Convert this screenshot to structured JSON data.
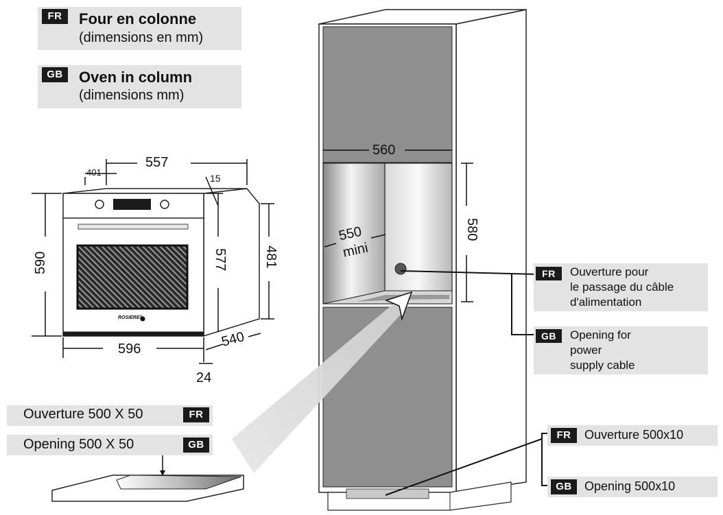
{
  "titles": {
    "fr": {
      "badge": "FR",
      "title": "Four en colonne",
      "subtitle": "(dimensions en mm)"
    },
    "gb": {
      "badge": "GB",
      "title": "Oven in column",
      "subtitle": "(dimensions mm)"
    }
  },
  "oven_dimensions": {
    "depth_total": "557",
    "offset_top": "401",
    "front_gap": "15",
    "height_total": "590",
    "height_inner": "577",
    "height_body": "481",
    "width": "596",
    "depth": "540",
    "panel": "24"
  },
  "brand": "ROSIERES",
  "column_dimensions": {
    "niche_width": "560",
    "niche_height": "580",
    "niche_depth": "550",
    "niche_depth_note": "mini"
  },
  "callouts": {
    "cable_opening": {
      "fr": {
        "badge": "FR",
        "lines": [
          "Ouverture pour",
          "le passage du câble",
          "d'alimentation"
        ]
      },
      "gb": {
        "badge": "GB",
        "lines": [
          "Opening for",
          "power",
          "supply cable"
        ]
      }
    },
    "shelf_opening": {
      "fr": {
        "text": "Ouverture 500 X 50",
        "badge": "FR"
      },
      "gb": {
        "text": "Opening 500 X 50",
        "badge": "GB"
      }
    },
    "plinth_opening": {
      "fr": {
        "badge": "FR",
        "text": "Ouverture 500x10"
      },
      "gb": {
        "badge": "GB",
        "text": "Opening 500x10"
      }
    }
  }
}
